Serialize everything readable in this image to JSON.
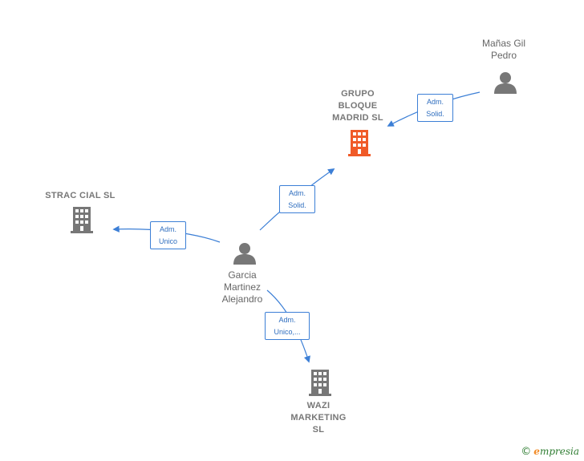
{
  "nodes": {
    "grupo_bloque": {
      "label": "GRUPO\nBLOQUE\nMADRID  SL",
      "kind": "company",
      "highlight": true
    },
    "strac_cial": {
      "label": "STRAC CIAL SL",
      "kind": "company"
    },
    "wazi": {
      "label": "WAZI\nMARKETING\nSL",
      "kind": "company"
    },
    "manas_gil": {
      "label": "Mañas Gil\nPedro",
      "kind": "person"
    },
    "garcia": {
      "label": "Garcia\nMartinez\nAlejandro",
      "kind": "person"
    }
  },
  "edges": {
    "manas_to_grupo": {
      "label": "Adm.\nSolid."
    },
    "garcia_to_grupo": {
      "label": "Adm.\nSolid."
    },
    "garcia_to_strac": {
      "label": "Adm.\nUnico"
    },
    "garcia_to_wazi": {
      "label": "Adm.\nUnico,..."
    }
  },
  "colors": {
    "edge": "#3c7fd6",
    "company_main": "#f05a28",
    "company": "#777777",
    "person": "#777777"
  },
  "watermark": {
    "copyright": "©",
    "brand_first": "e",
    "brand_rest": "mpresia"
  }
}
